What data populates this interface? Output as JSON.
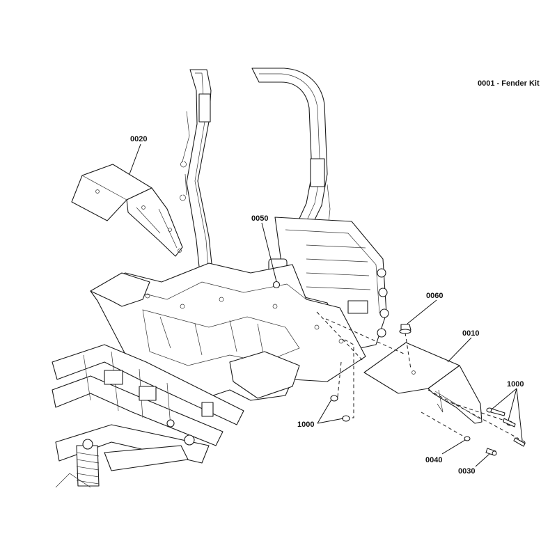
{
  "kit_title": "0001 - Fender Kit",
  "callouts": [
    {
      "id": "0010",
      "text": "0010"
    },
    {
      "id": "0020",
      "text": "0020"
    },
    {
      "id": "0030",
      "text": "0030"
    },
    {
      "id": "0040",
      "text": "0040"
    },
    {
      "id": "0050",
      "text": "0050"
    },
    {
      "id": "0060",
      "text": "0060"
    },
    {
      "id": "1000a",
      "text": "1000"
    },
    {
      "id": "1000b",
      "text": "1000"
    }
  ]
}
